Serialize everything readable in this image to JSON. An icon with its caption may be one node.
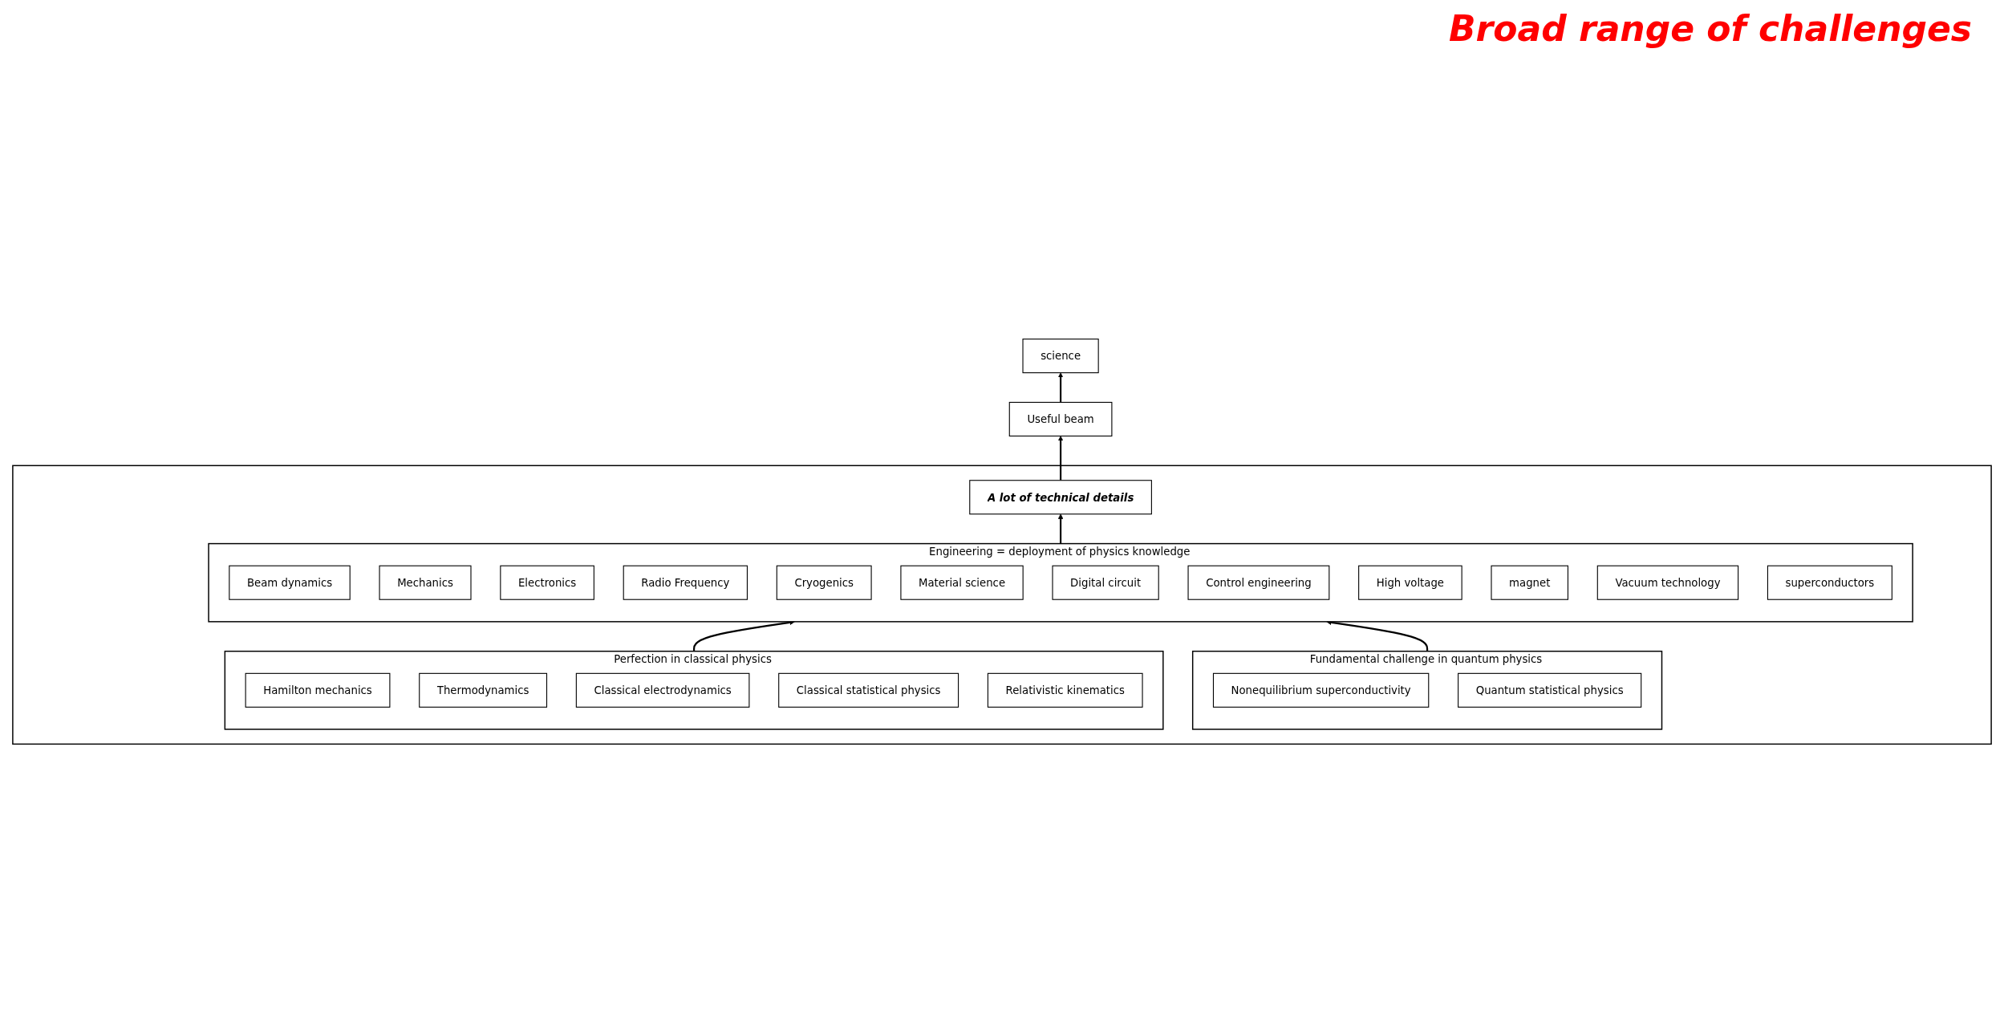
{
  "diagram": {
    "title": "Broad range of challenges",
    "nodes": [
      {
        "text": [
          "science"
        ]
      },
      {
        "text": [
          "Useful beam"
        ]
      },
      {
        "text": [],
        "shape": "box"
      },
      {
        "text": [
          "A lot of technical details"
        ],
        "in": 2
      },
      {
        "text": [
          "Engineering = deployment of physics knowledge"
        ],
        "in": 2
      },
      {
        "text": [
          "Beam dynamics"
        ],
        "in": 4
      },
      {
        "text": [
          "Mechanics"
        ],
        "in": 4
      },
      {
        "text": [
          "Electronics"
        ],
        "in": 4
      },
      {
        "text": [
          "Radio Frequency"
        ],
        "in": 4
      },
      {
        "text": [
          "Cryogenics"
        ],
        "in": 4
      },
      {
        "text": [
          "Material science"
        ],
        "in": 4
      },
      {
        "text": [
          "Digital circuit"
        ],
        "in": 4
      },
      {
        "text": [
          "Control engineering"
        ],
        "in": 4
      },
      {
        "text": [
          "High voltage"
        ],
        "in": 4
      },
      {
        "text": [
          "magnet"
        ],
        "in": 4
      },
      {
        "text": [
          "Vacuum technology"
        ],
        "in": 4
      },
      {
        "text": [
          "superconductors"
        ],
        "in": 4
      },
      {
        "text": [
          "Perfection in classical physics"
        ],
        "in": 2
      },
      {
        "text": [
          "Hamilton mechanics"
        ],
        "in": 17
      },
      {
        "text": [
          "Thermodynamics"
        ],
        "in": 17
      },
      {
        "text": [
          "Classical electrodynamics"
        ],
        "in": 17
      },
      {
        "text": [
          "Classical statistical physics"
        ],
        "in": 17
      },
      {
        "text": [
          "Relativistic kinematics"
        ],
        "in": 17
      },
      {
        "text": [
          "Fundamental challenge in quantum physics"
        ],
        "in": 2
      },
      {
        "text": [
          "Nonequilibrium superconductivity"
        ],
        "in": 23
      },
      {
        "text": [
          "Quantum statistical physics"
        ],
        "in": 23
      }
    ],
    "edges": [
      {
        "from": 1,
        "to": 0,
        "arrow": "to"
      },
      {
        "from": 3,
        "to": 1,
        "arrow": "to"
      },
      {
        "from": 4,
        "to": 3,
        "arrow": "to"
      },
      {
        "from": 17,
        "to": 4,
        "arrow": "to"
      },
      {
        "from": 23,
        "to": 4,
        "arrow": "to"
      }
    ]
  }
}
